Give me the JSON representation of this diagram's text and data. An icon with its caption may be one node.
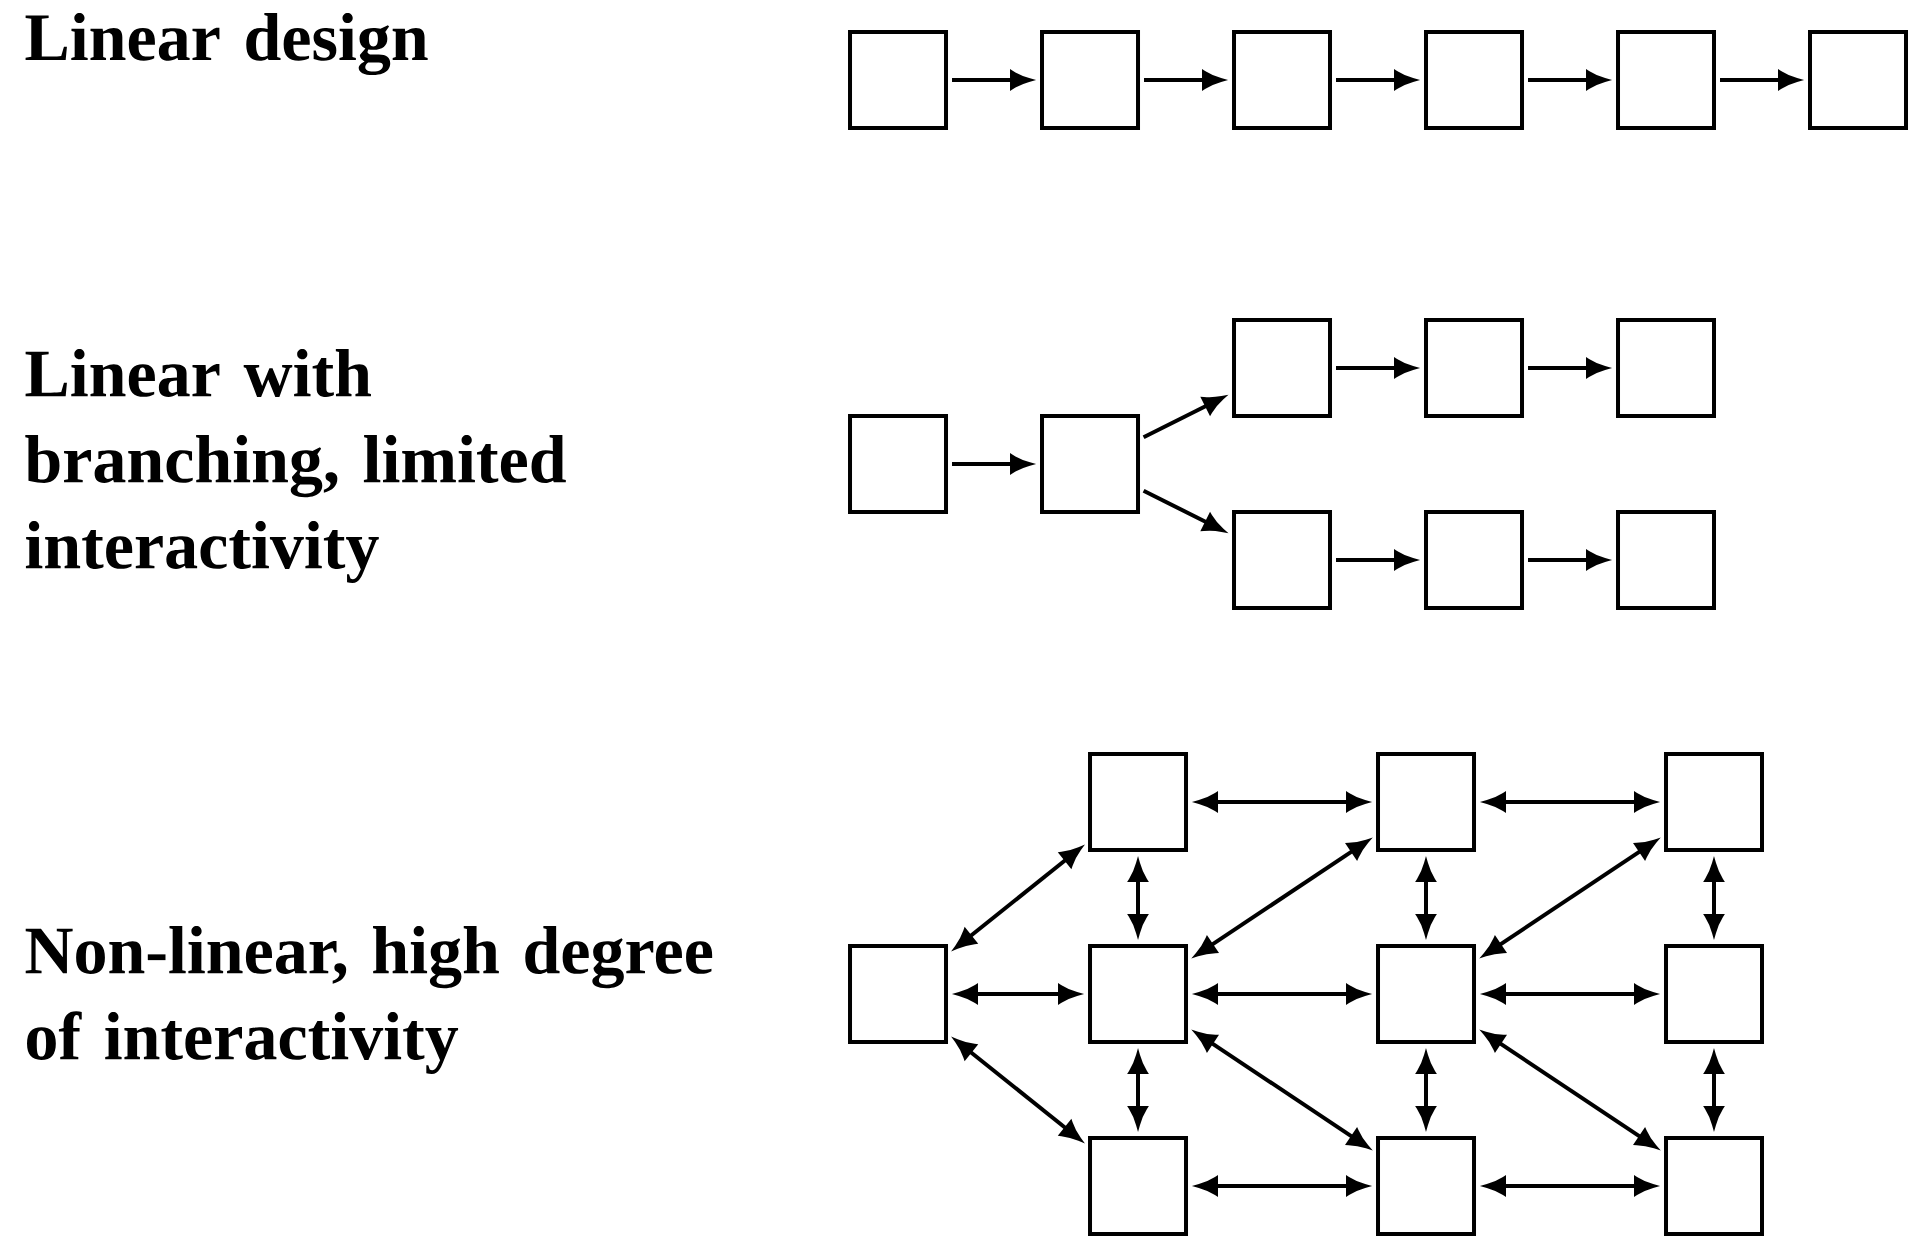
{
  "diagram": {
    "nodes": [
      {
        "text": [],
        "shape": "box"
      },
      {
        "text": [],
        "shape": "box"
      },
      {
        "text": [],
        "shape": "box"
      },
      {
        "text": [],
        "shape": "box"
      },
      {
        "text": [],
        "shape": "box"
      },
      {
        "text": [],
        "shape": "box"
      },
      {
        "text": [],
        "shape": "box"
      },
      {
        "text": [],
        "shape": "box"
      },
      {
        "text": [],
        "shape": "box"
      },
      {
        "text": [],
        "shape": "box"
      },
      {
        "text": [],
        "shape": "box"
      },
      {
        "text": [],
        "shape": "box"
      },
      {
        "text": [],
        "shape": "box"
      },
      {
        "text": [],
        "shape": "box"
      },
      {
        "text": [],
        "shape": "box"
      },
      {
        "text": [],
        "shape": "box"
      },
      {
        "text": [],
        "shape": "box"
      },
      {
        "text": [],
        "shape": "box"
      },
      {
        "text": [],
        "shape": "box"
      },
      {
        "text": [],
        "shape": "box"
      },
      {
        "text": [],
        "shape": "box"
      },
      {
        "text": [],
        "shape": "box"
      },
      {
        "text": [],
        "shape": "box"
      },
      {
        "text": [],
        "shape": "box"
      }
    ],
    "edges": [
      {
        "from": 0,
        "to": 1,
        "arrow": "to"
      },
      {
        "from": 1,
        "to": 2,
        "arrow": "to"
      },
      {
        "from": 2,
        "to": 3,
        "arrow": "to"
      },
      {
        "from": 3,
        "to": 4,
        "arrow": "to"
      },
      {
        "from": 4,
        "to": 5,
        "arrow": "to"
      },
      {
        "from": 6,
        "to": 7,
        "arrow": "to"
      },
      {
        "from": 7,
        "to": 8,
        "arrow": "to"
      },
      {
        "from": 7,
        "to": 11,
        "arrow": "to"
      },
      {
        "from": 8,
        "to": 9,
        "arrow": "to"
      },
      {
        "from": 9,
        "to": 10,
        "arrow": "to"
      },
      {
        "from": 11,
        "to": 12,
        "arrow": "to"
      },
      {
        "from": 12,
        "to": 13,
        "arrow": "to"
      },
      {
        "from": 14,
        "to": 15,
        "arrow": "both"
      },
      {
        "from": 14,
        "to": 16,
        "arrow": "both"
      },
      {
        "from": 14,
        "to": 17,
        "arrow": "both"
      },
      {
        "from": 15,
        "to": 16,
        "arrow": "both"
      },
      {
        "from": 16,
        "to": 17,
        "arrow": "both"
      },
      {
        "from": 15,
        "to": 18,
        "arrow": "both"
      },
      {
        "from": 16,
        "to": 18,
        "arrow": "both"
      },
      {
        "from": 16,
        "to": 19,
        "arrow": "both"
      },
      {
        "from": 16,
        "to": 20,
        "arrow": "both"
      },
      {
        "from": 17,
        "to": 20,
        "arrow": "both"
      },
      {
        "from": 18,
        "to": 19,
        "arrow": "both"
      },
      {
        "from": 19,
        "to": 20,
        "arrow": "both"
      },
      {
        "from": 18,
        "to": 21,
        "arrow": "both"
      },
      {
        "from": 19,
        "to": 21,
        "arrow": "both"
      },
      {
        "from": 19,
        "to": 22,
        "arrow": "both"
      },
      {
        "from": 19,
        "to": 23,
        "arrow": "both"
      },
      {
        "from": 20,
        "to": 23,
        "arrow": "both"
      },
      {
        "from": 21,
        "to": 22,
        "arrow": "both"
      },
      {
        "from": 22,
        "to": 23,
        "arrow": "both"
      }
    ],
    "labels": [
      "Linear design",
      "Linear with branching, limited interactivity",
      "Non-linear, high degree of interactivity"
    ]
  }
}
